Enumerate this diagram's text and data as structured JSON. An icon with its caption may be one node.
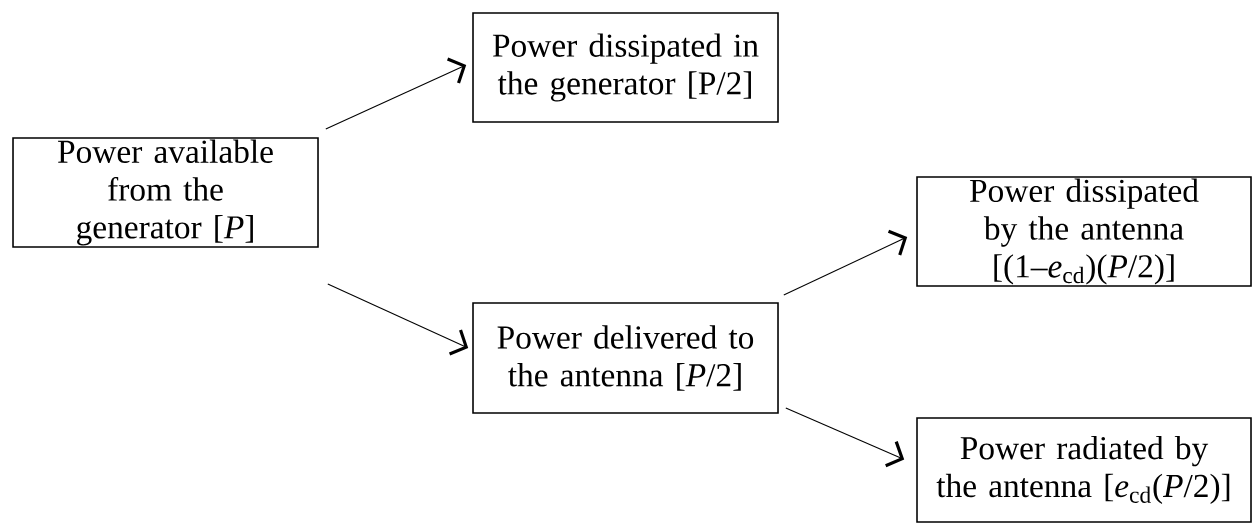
{
  "diagram": {
    "nodes": [
      {
        "text": [
          "Power available from the generator [*P*]"
        ]
      },
      {
        "text": [
          "Power dissipated in the generator [P/2]"
        ]
      },
      {
        "text": [
          "Power delivered to the antenna [*P*/2]"
        ]
      },
      {
        "text": [
          "Power dissipated by the antenna [(1–*e*$_{cd}$)(*P*/2)]"
        ]
      },
      {
        "text": [
          "Power radiated by the antenna [*e*$_{cd}$(*P*/2)]"
        ]
      }
    ],
    "edges": [
      {
        "from": 0,
        "to": 1,
        "arrow": "to"
      },
      {
        "from": 0,
        "to": 2,
        "arrow": "to"
      },
      {
        "from": 2,
        "to": 3,
        "arrow": "to"
      },
      {
        "from": 2,
        "to": 4,
        "arrow": "to"
      }
    ]
  }
}
